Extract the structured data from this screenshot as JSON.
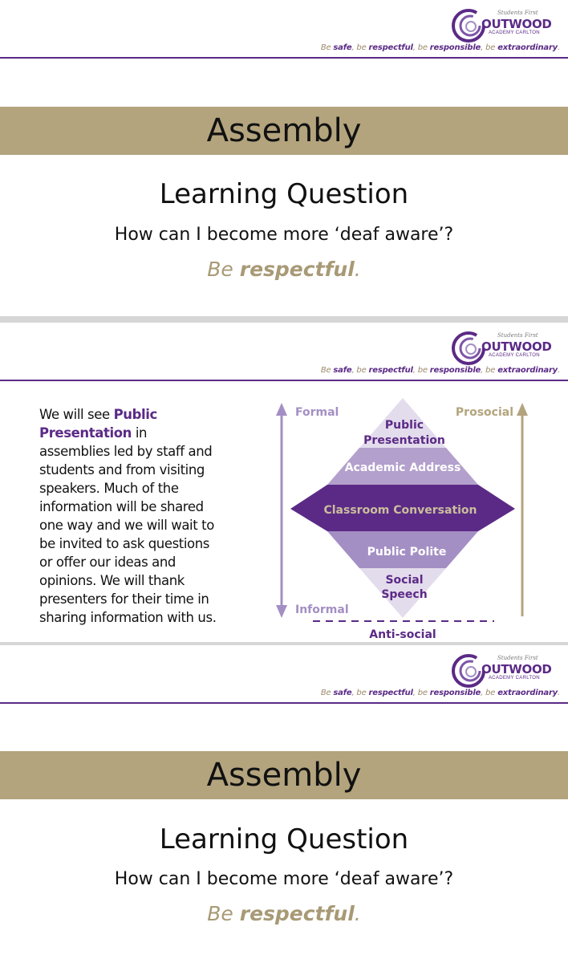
{
  "logo": {
    "small": "Students First",
    "big": "OUTWOOD",
    "sub": "ACADEMY CARLTON"
  },
  "tagline": {
    "be1": "Be ",
    "safe": "safe",
    "be2": ", be ",
    "respectful": "respectful",
    "be3": ", be ",
    "responsible": "responsible",
    "be4": ", be ",
    "extraordinary": "extraordinary",
    "end": "."
  },
  "slide1": {
    "band": "Assembly",
    "learning_question": "Learning Question",
    "question": "How can I become more ‘deaf aware’?",
    "motto_be": "Be ",
    "motto_word": "respectful",
    "motto_end": "."
  },
  "slide2": {
    "para_start": "We will see ",
    "para_highlight": "Public Presentation",
    "para_rest": " in assemblies led by staff and students and from visiting speakers. Much of the information will be shared one way and we will wait to be invited to ask questions or offer our ideas and opinions. We will thank presenters for their time in sharing information with us.",
    "diagram": {
      "formal": "Formal",
      "informal": "Informal",
      "prosocial": "Prosocial",
      "antisocial": "Anti-social",
      "levels": [
        {
          "lines": [
            "Public",
            "Presentation"
          ],
          "fill": "#e3dcec",
          "text_color": "#5b2a86"
        },
        {
          "lines": [
            "Academic Address"
          ],
          "fill": "#b3a0cc",
          "text_color": "#ffffff"
        },
        {
          "lines": [
            "Classroom Conversation"
          ],
          "fill": "#5b2a86",
          "text_color": "#cbbe9c"
        },
        {
          "lines": [
            "Public Polite"
          ],
          "fill": "#a48fc4",
          "text_color": "#ffffff"
        },
        {
          "lines": [
            "Social",
            "Speech"
          ],
          "fill": "#e3dcec",
          "text_color": "#5b2a86"
        }
      ]
    }
  },
  "slide3": {
    "band": "Assembly",
    "learning_question": "Learning Question",
    "question": "How can I become more ‘deaf aware’?",
    "motto_be": "Be ",
    "motto_word": "respectful",
    "motto_end": "."
  },
  "colors": {
    "purple": "#5b2a86",
    "gold": "#b3a47e",
    "lavender": "#a48fc4"
  }
}
